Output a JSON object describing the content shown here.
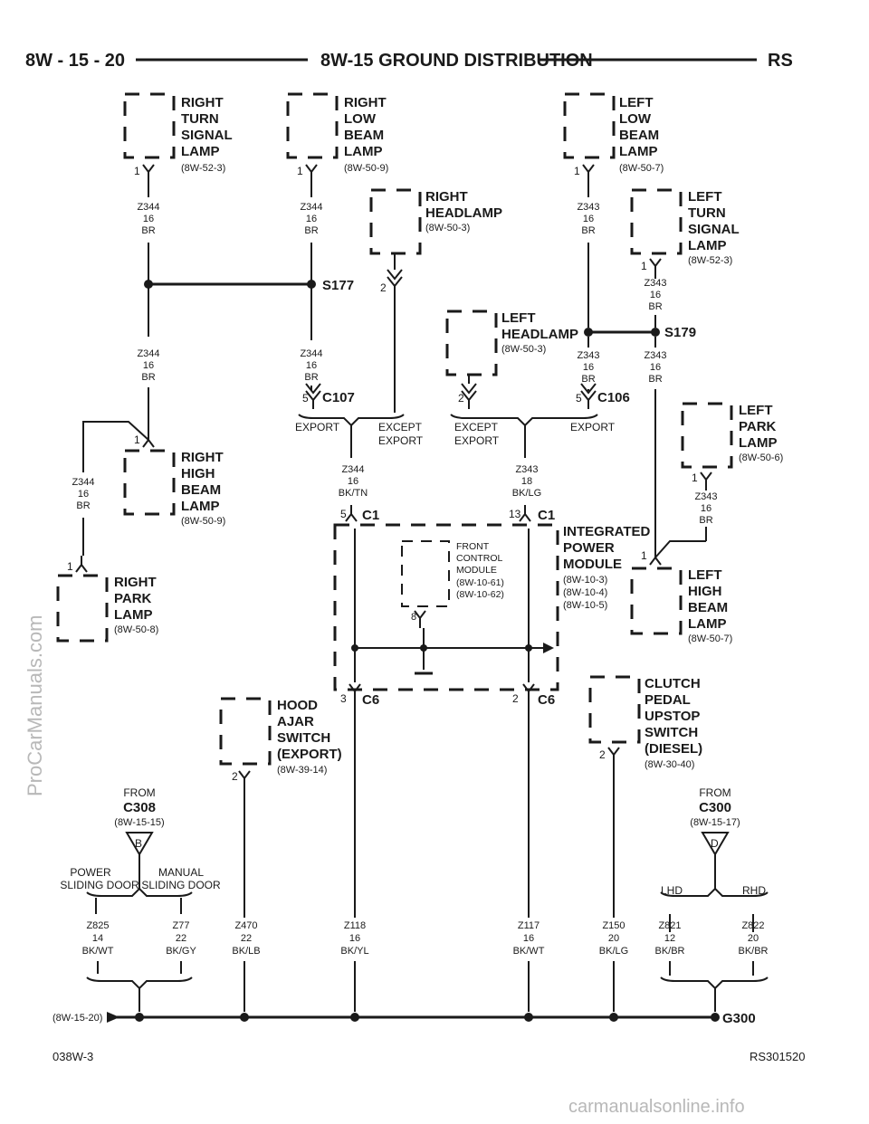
{
  "header": {
    "page": "8W - 15 - 20",
    "title": "8W-15 GROUND DISTRIBUTION",
    "code": "RS"
  },
  "footer": {
    "left": "038W-3",
    "right": "RS301520"
  },
  "watermarks": {
    "side": "ProCarManuals.com",
    "bottom": "carmanualsonline.info"
  },
  "components": {
    "right_turn_signal": {
      "lines": [
        "RIGHT",
        "TURN",
        "SIGNAL",
        "LAMP"
      ],
      "ref": "(8W-52-3)",
      "pin": "1"
    },
    "right_low_beam": {
      "lines": [
        "RIGHT",
        "LOW",
        "BEAM",
        "LAMP"
      ],
      "ref": "(8W-50-9)",
      "pin": "1"
    },
    "left_low_beam": {
      "lines": [
        "LEFT",
        "LOW",
        "BEAM",
        "LAMP"
      ],
      "ref": "(8W-50-7)",
      "pin": "1"
    },
    "right_headlamp": {
      "lines": [
        "RIGHT",
        "HEADLAMP"
      ],
      "ref": "(8W-50-3)",
      "pin": "2"
    },
    "left_turn_signal": {
      "lines": [
        "LEFT",
        "TURN",
        "SIGNAL",
        "LAMP"
      ],
      "ref": "(8W-52-3)",
      "pin": "1"
    },
    "left_headlamp": {
      "lines": [
        "LEFT",
        "HEADLAMP"
      ],
      "ref": "(8W-50-3)",
      "pin": "2"
    },
    "right_high_beam": {
      "lines": [
        "RIGHT",
        "HIGH",
        "BEAM",
        "LAMP"
      ],
      "ref": "(8W-50-9)",
      "pin": "1"
    },
    "left_park": {
      "lines": [
        "LEFT",
        "PARK",
        "LAMP"
      ],
      "ref": "(8W-50-6)",
      "pin": "1"
    },
    "right_park": {
      "lines": [
        "RIGHT",
        "PARK",
        "LAMP"
      ],
      "ref": "(8W-50-8)",
      "pin": "1"
    },
    "left_high_beam": {
      "lines": [
        "LEFT",
        "HIGH",
        "BEAM",
        "LAMP"
      ],
      "ref": "(8W-50-7)",
      "pin": "1"
    },
    "ipm": {
      "lines": [
        "INTEGRATED",
        "POWER",
        "MODULE"
      ],
      "refs": [
        "(8W-10-3)",
        "(8W-10-4)",
        "(8W-10-5)"
      ]
    },
    "fcm": {
      "lines": [
        "FRONT",
        "CONTROL",
        "MODULE"
      ],
      "refs": [
        "(8W-10-61)",
        "(8W-10-62)"
      ],
      "pin": "8"
    },
    "hood_ajar": {
      "lines": [
        "HOOD",
        "AJAR",
        "SWITCH",
        "(EXPORT)"
      ],
      "ref": "(8W-39-14)",
      "pin": "2"
    },
    "clutch": {
      "lines": [
        "CLUTCH",
        "PEDAL",
        "UPSTOP",
        "SWITCH",
        "(DIESEL)"
      ],
      "ref": "(8W-30-40)",
      "pin": "2"
    }
  },
  "splices": {
    "s177": "S177",
    "s179": "S179"
  },
  "connectors": {
    "c107": "C107",
    "c106": "C106",
    "c1": "C1",
    "c6": "C6",
    "c107_pin": "5",
    "c106_pin": "5",
    "lh_pin": "2",
    "c1_left_pin": "5",
    "c1_right_pin": "13",
    "c6_left_pin": "3",
    "c6_right_pin": "2"
  },
  "options": {
    "export": "EXPORT",
    "except": "EXCEPT",
    "export2": "EXPORT",
    "power_sliding": [
      "POWER",
      "SLIDING DOOR"
    ],
    "manual_sliding": [
      "MANUAL",
      "SLIDING DOOR"
    ],
    "lhd": "LHD",
    "rhd": "RHD"
  },
  "from": {
    "c308": {
      "from": "FROM",
      "name": "C308",
      "ref": "(8W-15-15)",
      "pin": "B"
    },
    "c300": {
      "from": "FROM",
      "name": "C300",
      "ref": "(8W-15-17)",
      "pin": "D"
    }
  },
  "wires": {
    "w1": [
      "Z344",
      "16",
      "BR"
    ],
    "w2": [
      "Z344",
      "16",
      "BR"
    ],
    "w3": [
      "Z344",
      "16",
      "BR"
    ],
    "w4": [
      "Z344",
      "16",
      "BR"
    ],
    "w5": [
      "Z344",
      "16",
      "BR"
    ],
    "w6": [
      "Z344",
      "16",
      "BK/TN"
    ],
    "w7": [
      "Z343",
      "16",
      "BR"
    ],
    "w8": [
      "Z343",
      "16",
      "BR"
    ],
    "w9": [
      "Z343",
      "16",
      "BR"
    ],
    "w10": [
      "Z343",
      "16",
      "BR"
    ],
    "w11": [
      "Z343",
      "18",
      "BK/LG"
    ],
    "w12": [
      "Z343",
      "16",
      "BR"
    ],
    "w_z825": [
      "Z825",
      "14",
      "BK/WT"
    ],
    "w_z77": [
      "Z77",
      "22",
      "BK/GY"
    ],
    "w_z470": [
      "Z470",
      "22",
      "BK/LB"
    ],
    "w_z118": [
      "Z118",
      "16",
      "BK/YL"
    ],
    "w_z117": [
      "Z117",
      "16",
      "BK/WT"
    ],
    "w_z150": [
      "Z150",
      "20",
      "BK/LG"
    ],
    "w_z821": [
      "Z821",
      "12",
      "BK/BR"
    ],
    "w_z822": [
      "Z822",
      "20",
      "BK/BR"
    ]
  },
  "ground": {
    "name": "G300",
    "ref": "(8W-15-20)"
  }
}
